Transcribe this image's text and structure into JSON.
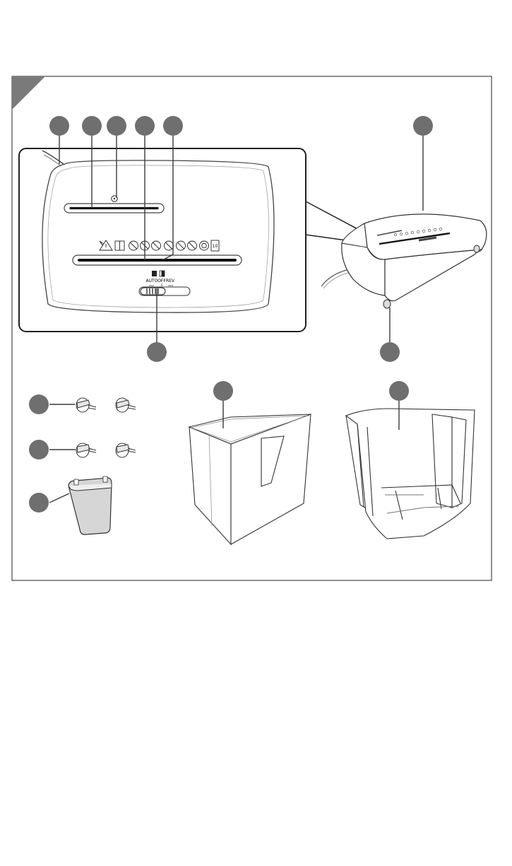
{
  "figure": {
    "switch_labels": {
      "auto": "AUTO",
      "off": "OFF",
      "rev": "REV"
    },
    "capacity_icon_text": "10",
    "callout_markers": [
      {
        "id": "m1",
        "label": ""
      },
      {
        "id": "m2",
        "label": ""
      },
      {
        "id": "m3",
        "label": ""
      },
      {
        "id": "m4",
        "label": ""
      },
      {
        "id": "m5",
        "label": ""
      },
      {
        "id": "m6",
        "label": ""
      },
      {
        "id": "m7",
        "label": ""
      },
      {
        "id": "m8",
        "label": ""
      },
      {
        "id": "m9",
        "label": ""
      },
      {
        "id": "m10",
        "label": ""
      },
      {
        "id": "m11",
        "label": ""
      },
      {
        "id": "m12",
        "label": ""
      },
      {
        "id": "m13",
        "label": ""
      },
      {
        "id": "m14",
        "label": ""
      }
    ],
    "colors": {
      "marker_fill": "#6f6f6f",
      "line": "#3a3a3a",
      "corner_tab": "#7a7a7a",
      "frame": "#222222"
    }
  }
}
